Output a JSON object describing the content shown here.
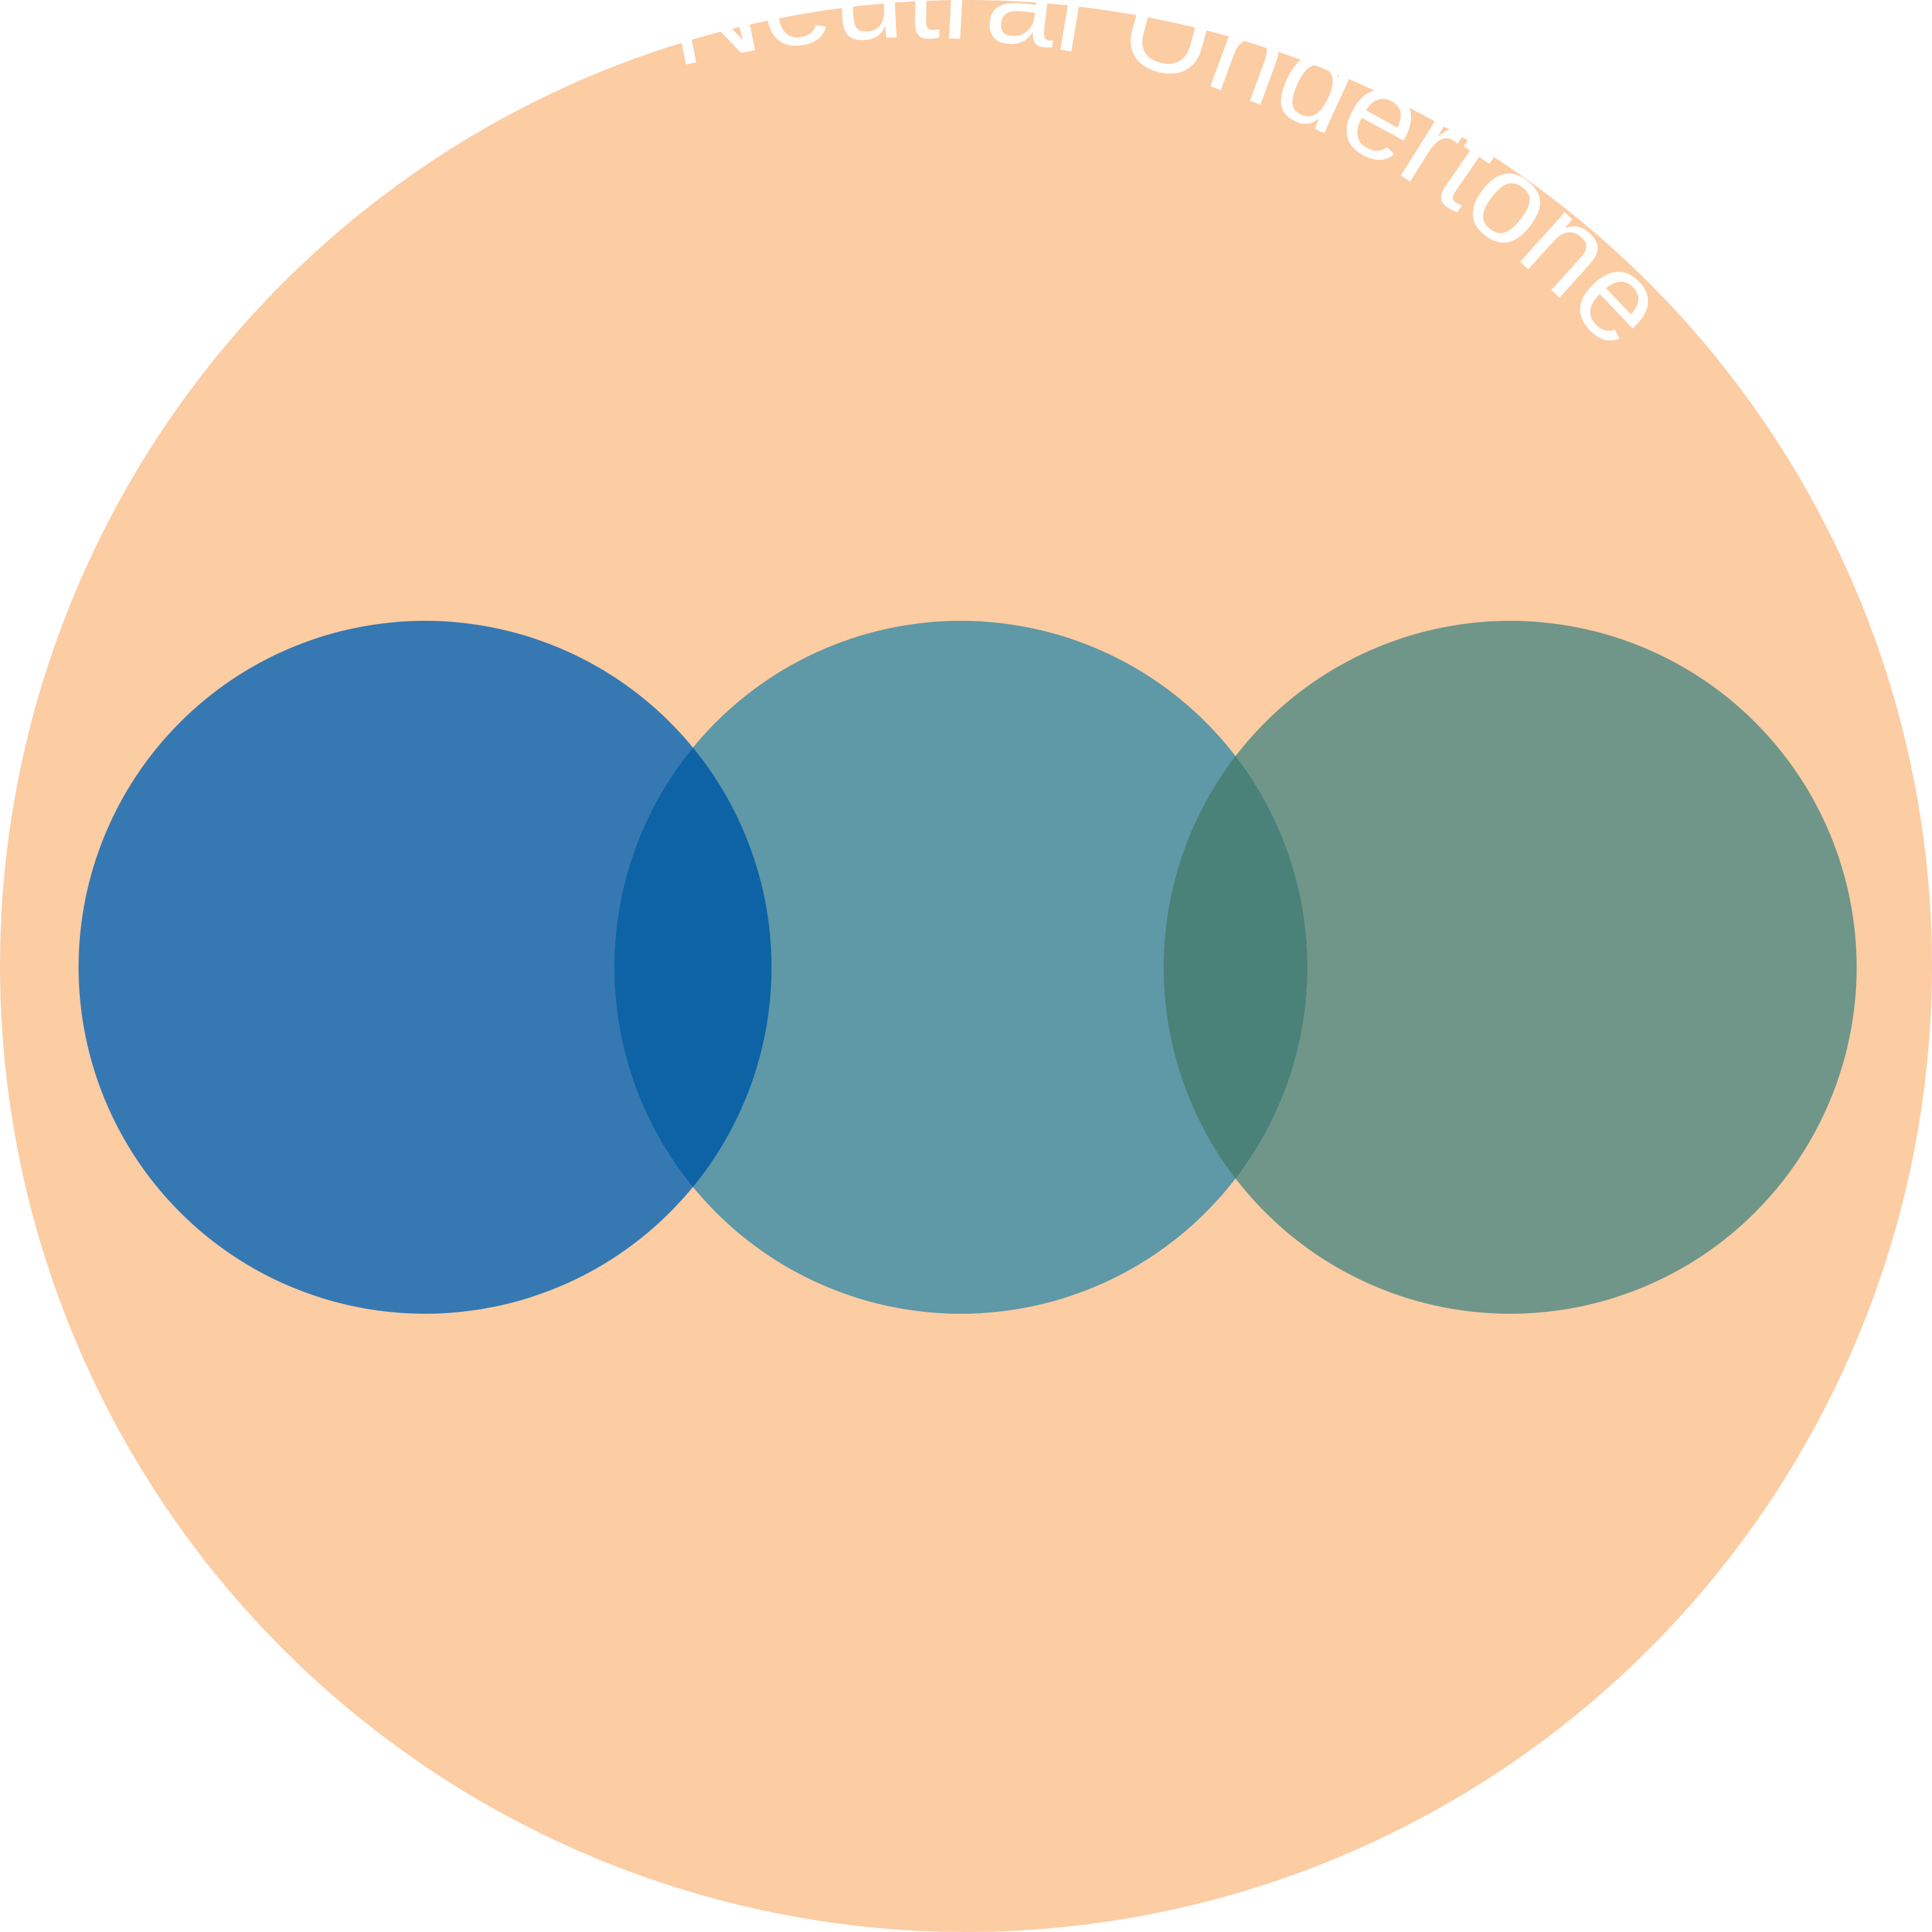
{
  "diagram": {
    "background_color": "#ffffff",
    "outer_circle": {
      "label": "Neutral Undertone",
      "color": "#FCCCA3",
      "label_color": "#ffffff"
    },
    "inner_circles": [
      {
        "name": "left",
        "color": "#3679B2"
      },
      {
        "name": "center",
        "color": "#5F98A6"
      },
      {
        "name": "right",
        "color": "#70968A"
      }
    ],
    "overlaps": [
      {
        "between": [
          "left",
          "center"
        ],
        "color": "#0D63A6"
      },
      {
        "between": [
          "center",
          "right"
        ],
        "color": "#4A8179"
      }
    ]
  }
}
